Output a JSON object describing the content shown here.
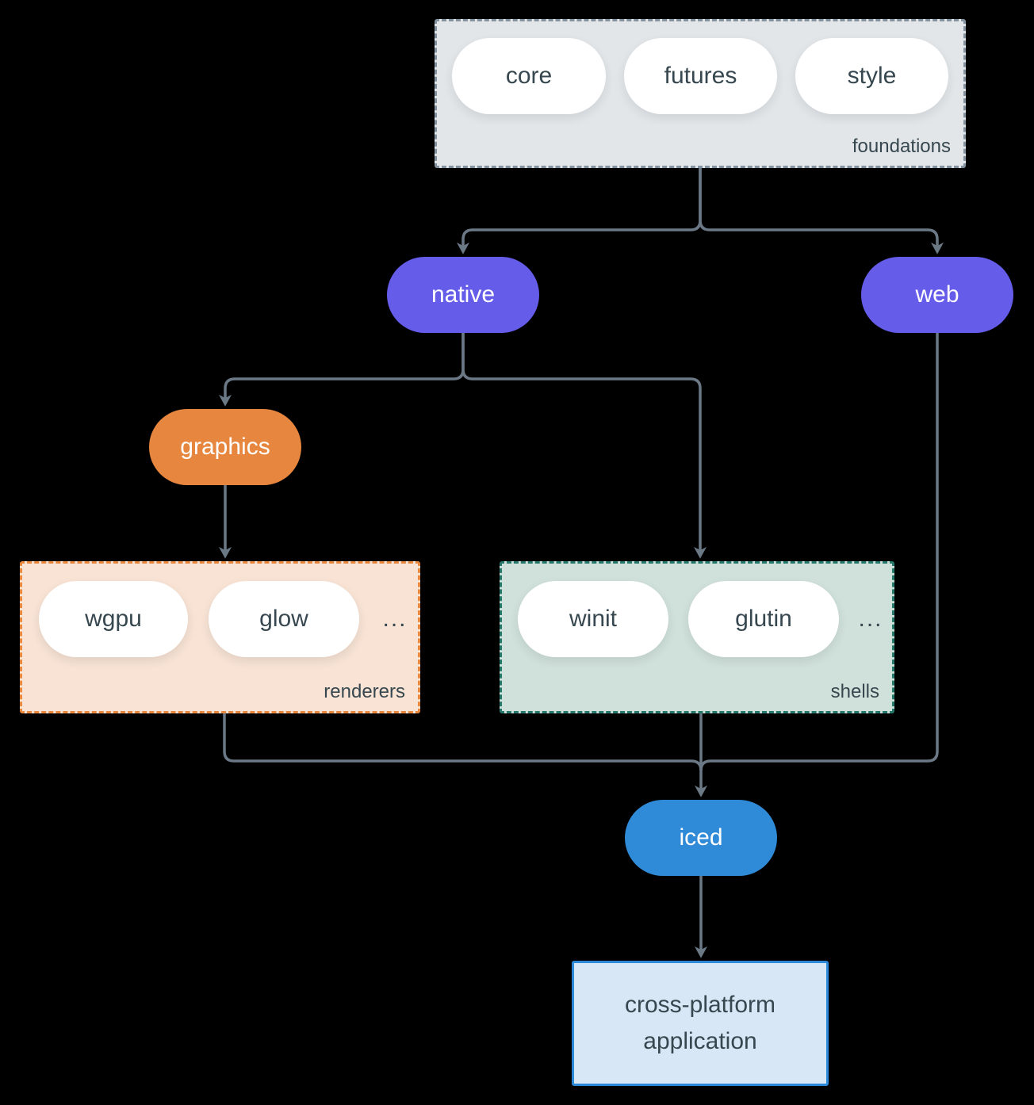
{
  "diagram": {
    "foundations": {
      "label": "foundations",
      "pills": [
        "core",
        "futures",
        "style"
      ]
    },
    "native": "native",
    "web": "web",
    "graphics": "graphics",
    "renderers": {
      "label": "renderers",
      "pills": [
        "wgpu",
        "glow"
      ],
      "more": "..."
    },
    "shells": {
      "label": "shells",
      "pills": [
        "winit",
        "glutin"
      ],
      "more": "..."
    },
    "iced": "iced",
    "application": "cross-platform application"
  },
  "colors": {
    "background": "#000000",
    "connector_line": "#6b7885",
    "text_dark": "#37474f",
    "text_light": "#ffffff",
    "purple_node": "#655cea",
    "orange_node": "#e6863f",
    "blue_node": "#2f8ad8",
    "foundations_fill": "#e2e6e9",
    "foundations_border": "#84919e",
    "renderers_fill": "#f8e3d4",
    "renderers_border": "#e8883e",
    "shells_fill": "#d0e0da",
    "shells_border": "#26796a",
    "application_fill": "#d7e7f6",
    "application_border": "#2b87d8"
  }
}
